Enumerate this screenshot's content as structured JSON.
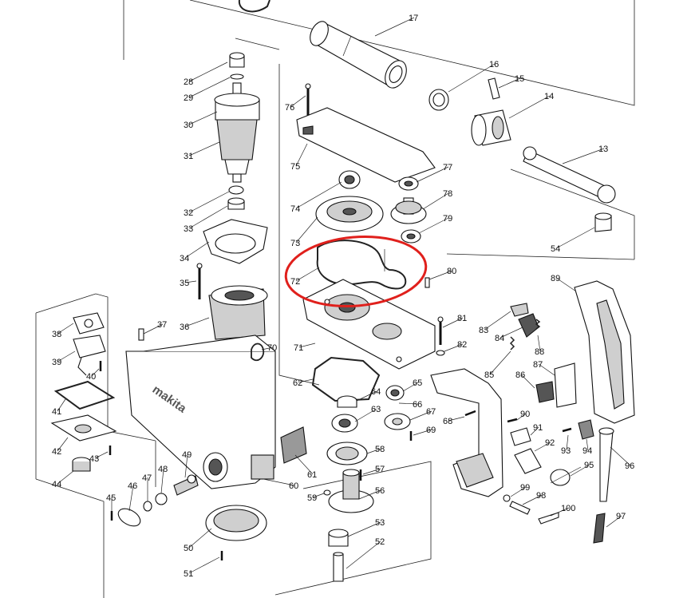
{
  "diagram": {
    "highlight_color": "#e0201c",
    "part_numbers": [
      "13",
      "14",
      "15",
      "16",
      "17",
      "28",
      "29",
      "30",
      "31",
      "32",
      "33",
      "34",
      "35",
      "36",
      "37",
      "38",
      "39",
      "40",
      "41",
      "42",
      "43",
      "44",
      "45",
      "46",
      "47",
      "48",
      "49",
      "50",
      "51",
      "52",
      "53",
      "54",
      "56",
      "57",
      "58",
      "59",
      "60",
      "61",
      "62",
      "63",
      "64",
      "65",
      "66",
      "67",
      "68",
      "69",
      "70",
      "71",
      "72",
      "73",
      "74",
      "75",
      "76",
      "77",
      "78",
      "79",
      "80",
      "81",
      "82",
      "83",
      "84",
      "85",
      "86",
      "87",
      "88",
      "89",
      "90",
      "91",
      "92",
      "93",
      "94",
      "95",
      "96",
      "97",
      "98",
      "99",
      "100"
    ],
    "brand_text": "makita"
  }
}
